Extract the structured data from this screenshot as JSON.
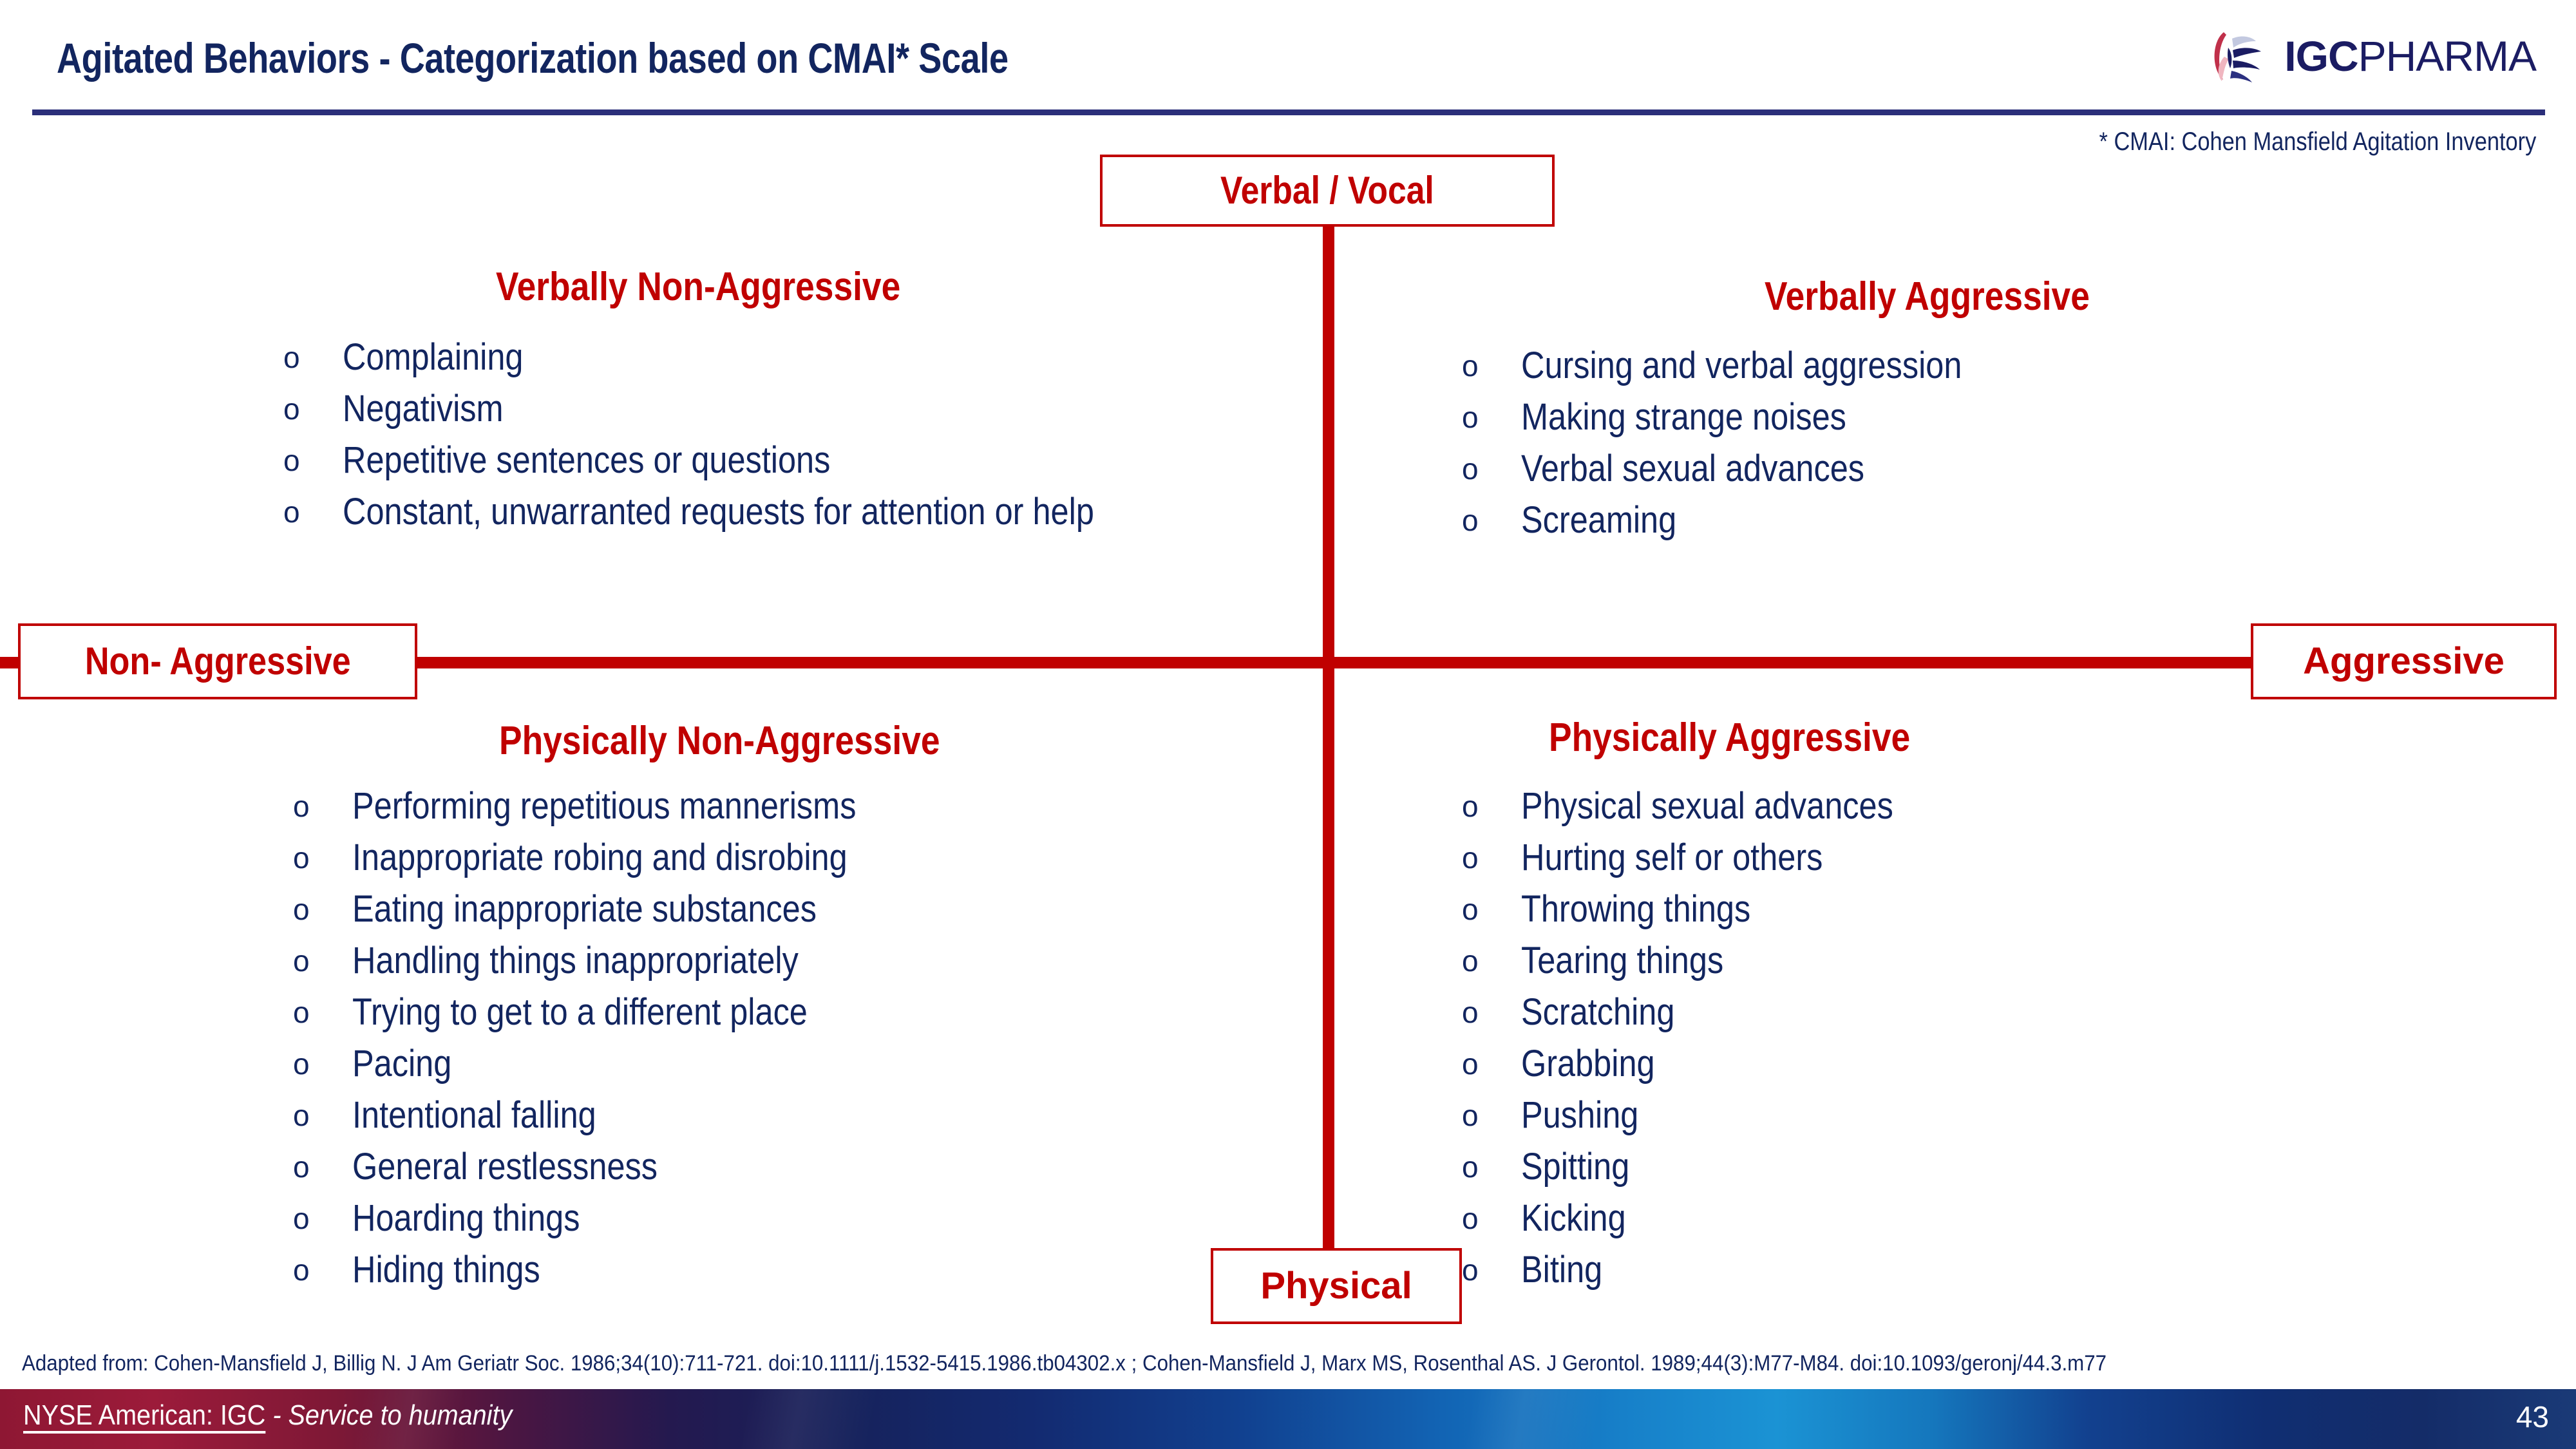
{
  "header": {
    "title": "Agitated Behaviors - Categorization based on CMAI* Scale",
    "logo": {
      "icon": "igc-leaf-logo-icon",
      "bold_part": "IGC",
      "light_part": "PHARMA"
    },
    "footnote": "* CMAI: Cohen Mansfield Agitation Inventory"
  },
  "axes": {
    "top_label": "Verbal / Vocal",
    "left_label": "Non- Aggressive",
    "right_label": "Aggressive",
    "bottom_label": "Physical"
  },
  "quadrants": {
    "verbally_non_aggressive": {
      "title": "Verbally Non-Aggressive",
      "items": [
        "Complaining",
        "Negativism",
        "Repetitive sentences or questions",
        "Constant, unwarranted requests for attention or help"
      ]
    },
    "verbally_aggressive": {
      "title": "Verbally Aggressive",
      "items": [
        "Cursing and verbal aggression",
        "Making strange noises",
        "Verbal sexual advances",
        "Screaming"
      ]
    },
    "physically_non_aggressive": {
      "title": "Physically Non-Aggressive",
      "items": [
        "Performing repetitious mannerisms",
        "Inappropriate robing and disrobing",
        "Eating inappropriate substances",
        "Handling things inappropriately",
        "Trying to get to a different place",
        "Pacing",
        "Intentional falling",
        "General restlessness",
        "Hoarding things",
        "Hiding things"
      ]
    },
    "physically_aggressive": {
      "title": "Physically Aggressive",
      "items": [
        "Physical sexual advances",
        "Hurting self or others",
        "Throwing things",
        "Tearing things",
        "Scratching",
        "Grabbing",
        "Pushing",
        "Spitting",
        "Kicking",
        "Biting"
      ]
    }
  },
  "bullet_marker": "o",
  "citation": "Adapted from: Cohen-Mansfield J, Billig N. J Am Geriatr Soc. 1986;34(10):711-721. doi:10.1111/j.1532-5415.1986.tb04302.x  ; Cohen-Mansfield J, Marx MS, Rosenthal AS. J Gerontol. 1989;44(3):M77-M84. doi:10.1093/geronj/44.3.m77",
  "footer": {
    "ticker": "NYSE American:  IGC",
    "tagline": " - Service to humanity",
    "page_number": "43"
  },
  "colors": {
    "navy": "#12255f",
    "red": "#c00000",
    "rule": "#2b2f7a",
    "white": "#ffffff"
  }
}
